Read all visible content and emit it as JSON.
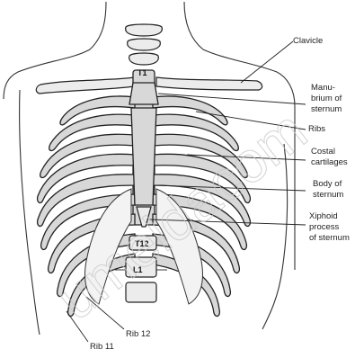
{
  "labels": {
    "clavicle": "Clavicle",
    "manubrium_l1": "Manu-",
    "manubrium_l2": "brium of",
    "manubrium_l3": "sternum",
    "ribs": "Ribs",
    "costal_l1": "Costal",
    "costal_l2": "cartilages",
    "body_l1": "Body of",
    "body_l2": "sternum",
    "xiphoid_l1": "Xiphoid",
    "xiphoid_l2": "process",
    "xiphoid_l3": "of sternum",
    "rib12": "Rib 12",
    "rib11": "Rib 11"
  },
  "vertebrae": {
    "t1": "T1",
    "t12": "T12",
    "l1": "L1"
  },
  "watermark": "umeldacom"
}
